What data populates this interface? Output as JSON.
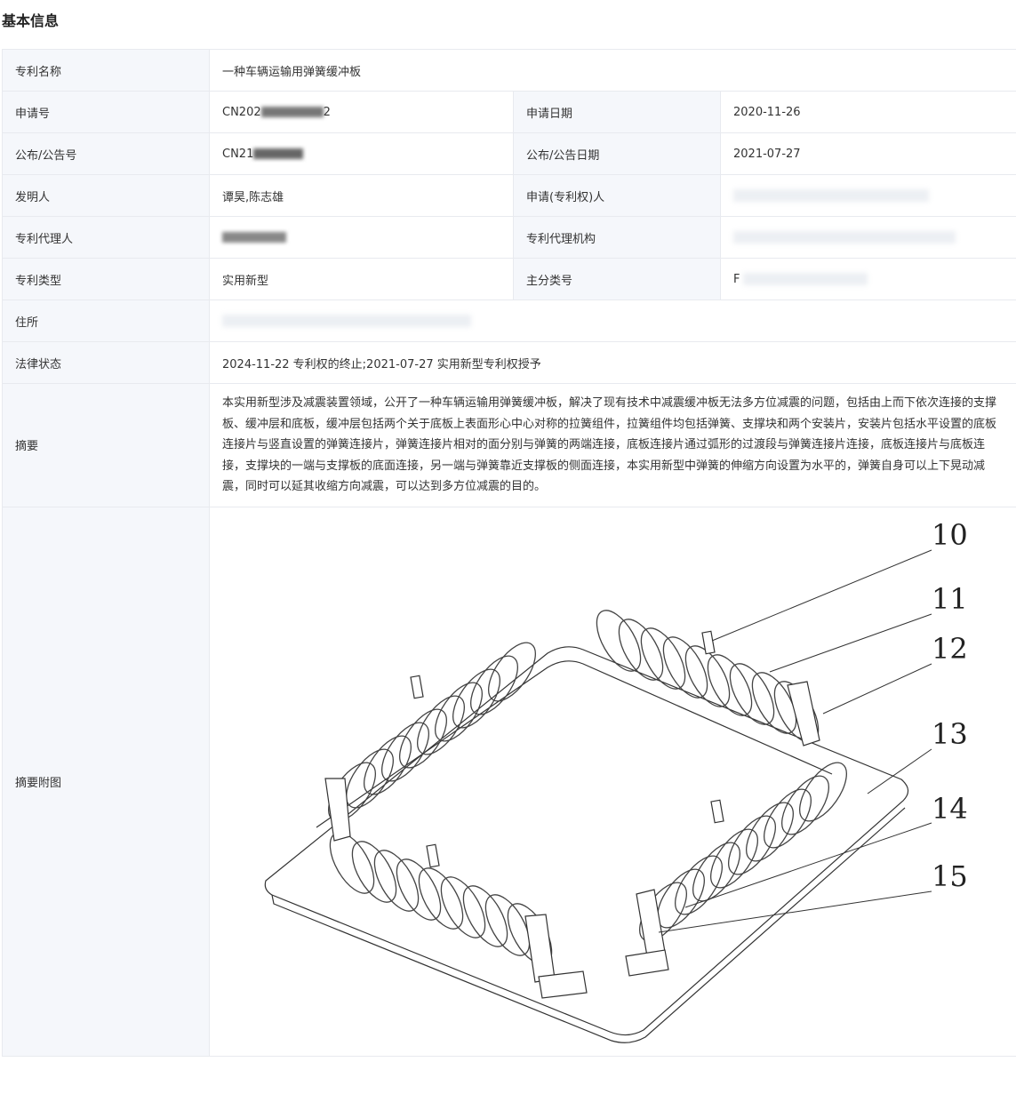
{
  "section": {
    "title": "基本信息"
  },
  "rows": {
    "patent_name": {
      "label": "专利名称",
      "value": "一种车辆运输用弹簧缓冲板"
    },
    "app_no": {
      "label": "申请号",
      "value": "CN202",
      "suffix": "2"
    },
    "app_date": {
      "label": "申请日期",
      "value": "2020-11-26"
    },
    "pub_no": {
      "label": "公布/公告号",
      "value": "CN21"
    },
    "pub_date": {
      "label": "公布/公告日期",
      "value": "2021-07-27"
    },
    "inventor": {
      "label": "发明人",
      "value": "谭昊,陈志雄"
    },
    "applicant": {
      "label": "申请(专利权)人",
      "value": ""
    },
    "agent": {
      "label": "专利代理人",
      "value": ""
    },
    "agency": {
      "label": "专利代理机构",
      "value": ""
    },
    "type": {
      "label": "专利类型",
      "value": "实用新型"
    },
    "main_class": {
      "label": "主分类号",
      "value": "F"
    },
    "address": {
      "label": "住所",
      "value": ""
    },
    "legal_status": {
      "label": "法律状态",
      "value": "2024-11-22 专利权的终止;2021-07-27 实用新型专利权授予"
    },
    "abstract": {
      "label": "摘要",
      "value": "本实用新型涉及减震装置领域，公开了一种车辆运输用弹簧缓冲板，解决了现有技术中减震缓冲板无法多方位减震的问题，包括由上而下依次连接的支撑板、缓冲层和底板，缓冲层包括两个关于底板上表面形心中心对称的拉簧组件，拉簧组件均包括弹簧、支撑块和两个安装片，安装片包括水平设置的底板连接片与竖直设置的弹簧连接片，弹簧连接片相对的面分别与弹簧的两端连接，底板连接片通过弧形的过渡段与弹簧连接片连接，底板连接片与底板连接，支撑块的一端与支撑板的底面连接，另一端与弹簧靠近支撑板的侧面连接，本实用新型中弹簧的伸缩方向设置为水平的，弹簧自身可以上下晃动减震，同时可以延其收缩方向减震，可以达到多方位减震的目的。"
    },
    "figure": {
      "label": "摘要附图",
      "callouts": [
        "10",
        "11",
        "12",
        "13",
        "14",
        "15"
      ]
    }
  }
}
